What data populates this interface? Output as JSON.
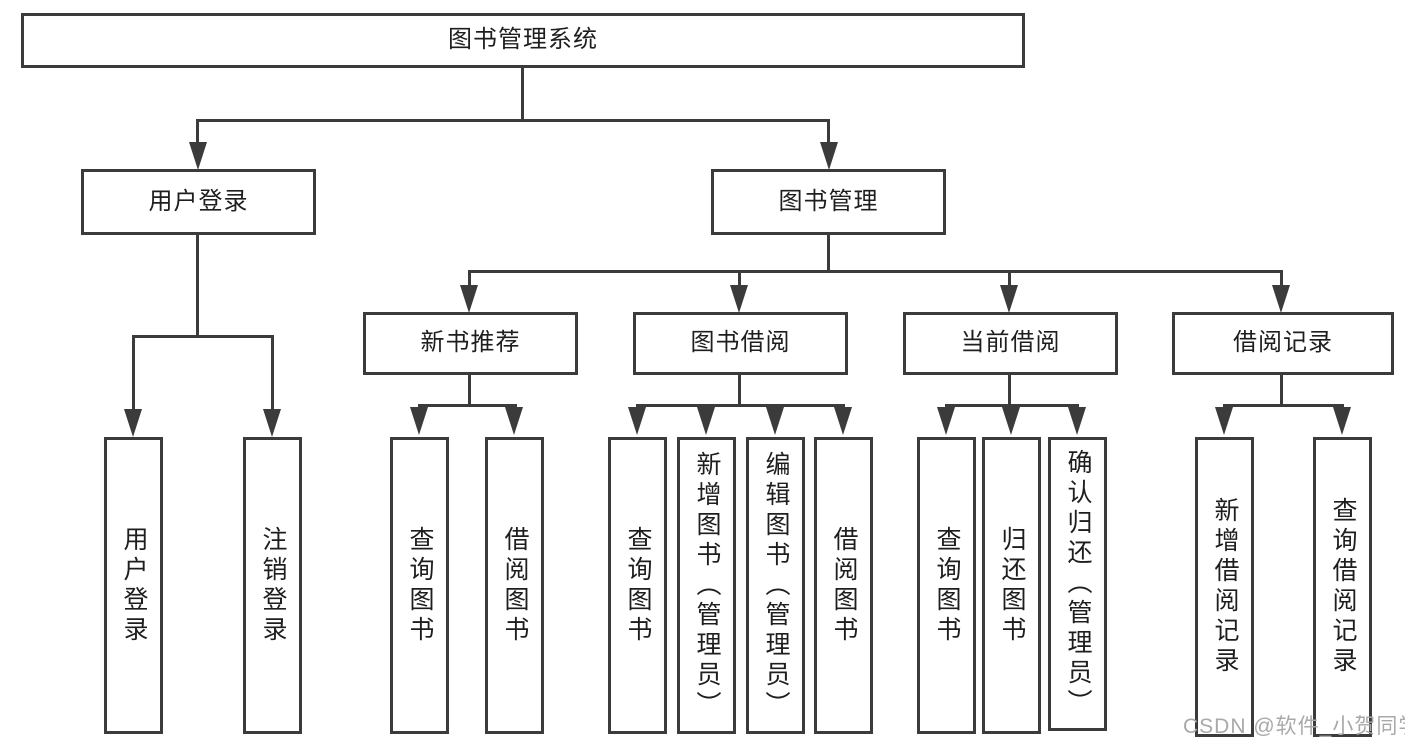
{
  "diagram": {
    "type": "tree-diagram",
    "title": "图书管理系统",
    "colors": {
      "line": "#3b3b3b",
      "node_border": "#3b3b3b",
      "node_fill": "#ffffff",
      "text": "#1e1e1e",
      "background": "#ffffff",
      "watermark": "#a9a9a9"
    }
  },
  "tree": {
    "label": "图书管理系统",
    "children": [
      {
        "label": "用户登录",
        "children": [
          {
            "label": "用户登录"
          },
          {
            "label": "注销登录"
          }
        ]
      },
      {
        "label": "图书管理",
        "children": [
          {
            "label": "新书推荐",
            "children": [
              {
                "label": "查询图书"
              },
              {
                "label": "借阅图书"
              }
            ]
          },
          {
            "label": "图书借阅",
            "children": [
              {
                "label": "查询图书"
              },
              {
                "label": "新增图书（管理员）"
              },
              {
                "label": "编辑图书（管理员）"
              },
              {
                "label": "借阅图书"
              }
            ]
          },
          {
            "label": "当前借阅",
            "children": [
              {
                "label": "查询图书"
              },
              {
                "label": "归还图书"
              },
              {
                "label": "确认归还（管理员）"
              }
            ]
          },
          {
            "label": "借阅记录",
            "children": [
              {
                "label": "新增借阅记录"
              },
              {
                "label": "查询借阅记录"
              }
            ]
          }
        ]
      }
    ]
  },
  "watermark": {
    "text": "CSDN @软件_小贺同学"
  }
}
